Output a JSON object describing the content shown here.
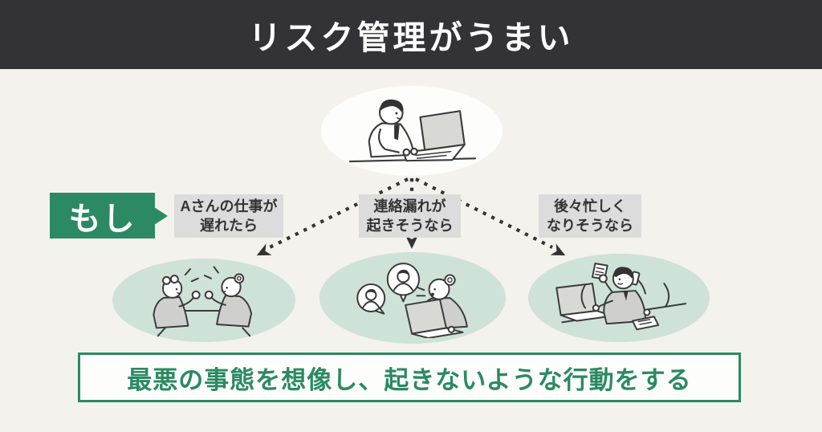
{
  "header": {
    "title": "リスク管理がうまい"
  },
  "if_badge": {
    "label": "もし"
  },
  "conditions": [
    {
      "label": "Aさんの仕事が\n遅れたら",
      "illustration": "two-people-talking"
    },
    {
      "label": "連絡漏れが\n起きそうなら",
      "illustration": "video-call-meeting"
    },
    {
      "label": "後々忙しく\nなりそうなら",
      "illustration": "busy-multitasking"
    }
  ],
  "top_scene": {
    "illustration": "person-working-on-laptop"
  },
  "conclusion": {
    "text": "最悪の事態を想像し、起きないような行動をする"
  },
  "colors": {
    "header_bg": "#333234",
    "page_bg": "#f4f2ec",
    "accent_green": "#2b8a63",
    "ellipse_green": "#cee2d8",
    "label_gray": "#dcdcdc",
    "text_dark": "#333333",
    "card_white": "#fdfdfb"
  }
}
